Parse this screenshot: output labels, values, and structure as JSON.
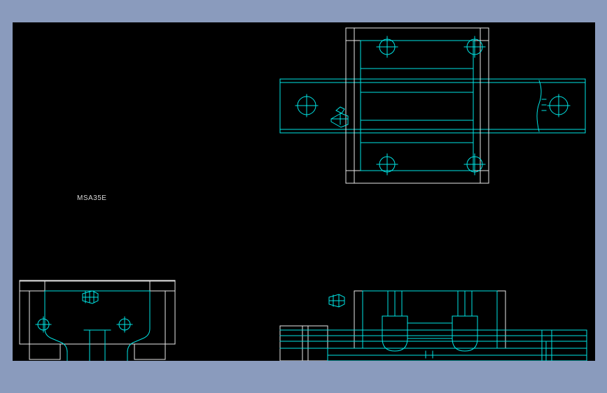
{
  "page": {
    "background_color": "#8a9bbd",
    "canvas_background": "#000000"
  },
  "drawing": {
    "part_label": "MSA35E",
    "colors": {
      "cyan": "#00e5e5",
      "white": "#e8e8e8",
      "label_text": "#d8d8d8"
    },
    "views": [
      {
        "name": "top-view",
        "title": ""
      },
      {
        "name": "front-view-end",
        "title": ""
      },
      {
        "name": "side-view",
        "title": ""
      }
    ]
  }
}
